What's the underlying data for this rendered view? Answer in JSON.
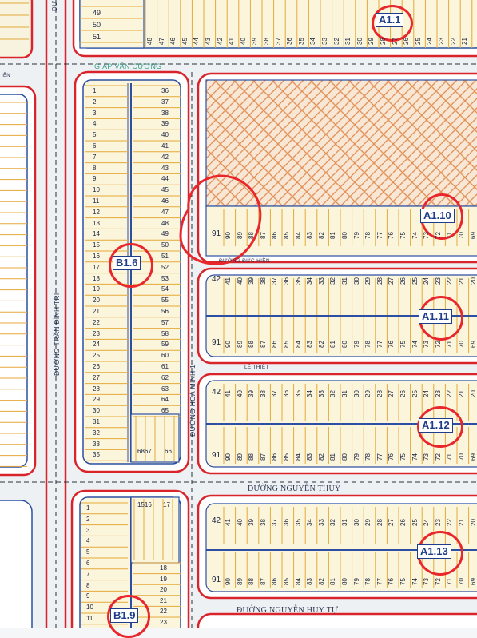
{
  "blocks": {
    "a1_1": "A1.1",
    "a1_10": "A1.10",
    "a1_11": "A1.11",
    "a1_12": "A1.12",
    "a1_13": "A1.13",
    "b1_6": "B1.6",
    "b1_9": "B1.9"
  },
  "roads": {
    "giap_van_cuong": "GIÁP VĂN CƯƠNG",
    "tran_dinh_tri": "ĐƯỜNG TRẦN ĐÌNH TRI",
    "hoa_minh_1": "ĐƯỜNG HOÀ MINH 1",
    "duc_hien": "ĐƯỜNG ĐỨC HIỀN",
    "le_thiet": "LÊ THIỆT",
    "nguyen_thuy": "ĐƯỜNG NGUYỄN THUÝ",
    "nguyen_huy_tu": "ĐƯỜNG NGUYỄN HUY TỰ",
    "top_left_stub": "ĐƯ",
    "left_stub": "IÊN"
  },
  "lots": {
    "a1_1_left": [
      "49",
      "50",
      "51"
    ],
    "a1_1_top": [
      "48",
      "47",
      "46",
      "45",
      "44",
      "43",
      "42",
      "41",
      "40",
      "39",
      "38",
      "37",
      "36",
      "35",
      "34",
      "33",
      "32",
      "31",
      "30",
      "29",
      "28",
      "27",
      "26",
      "25",
      "24",
      "23",
      "22",
      "21"
    ],
    "b1_6_left": [
      "1",
      "2",
      "3",
      "4",
      "5",
      "6",
      "7",
      "8",
      "9",
      "10",
      "11",
      "12",
      "13",
      "14",
      "15",
      "16",
      "17",
      "18",
      "19",
      "20",
      "21",
      "22",
      "23",
      "24",
      "25",
      "26",
      "27",
      "28",
      "29",
      "30",
      "31",
      "32",
      "33",
      "35"
    ],
    "b1_6_right": [
      "36",
      "37",
      "38",
      "39",
      "40",
      "41",
      "42",
      "43",
      "44",
      "45",
      "46",
      "47",
      "48",
      "49",
      "50",
      "51",
      "52",
      "53",
      "54",
      "55",
      "56",
      "57",
      "58",
      "59",
      "60",
      "61",
      "62",
      "63",
      "64",
      "65"
    ],
    "b1_6_bottom": [
      "6867",
      "66"
    ],
    "row_bottom_91": [
      "91",
      "90",
      "89",
      "88",
      "87",
      "86",
      "85",
      "84",
      "83",
      "82",
      "81",
      "80",
      "79",
      "78",
      "77",
      "76",
      "75",
      "74",
      "73",
      "72",
      "71",
      "70",
      "69"
    ],
    "row_top_42": [
      "42",
      "41",
      "40",
      "39",
      "38",
      "37",
      "36",
      "35",
      "34",
      "33",
      "32",
      "31",
      "30",
      "29",
      "28",
      "27",
      "26",
      "25",
      "24",
      "23",
      "22",
      "21",
      "20"
    ],
    "b1_9_left": [
      "1",
      "2",
      "3",
      "4",
      "5",
      "6",
      "7",
      "8",
      "9",
      "10",
      "11"
    ],
    "b1_9_top": [
      "1516",
      "17"
    ],
    "b1_9_right": [
      "18",
      "19",
      "20",
      "21",
      "22",
      "23"
    ]
  }
}
